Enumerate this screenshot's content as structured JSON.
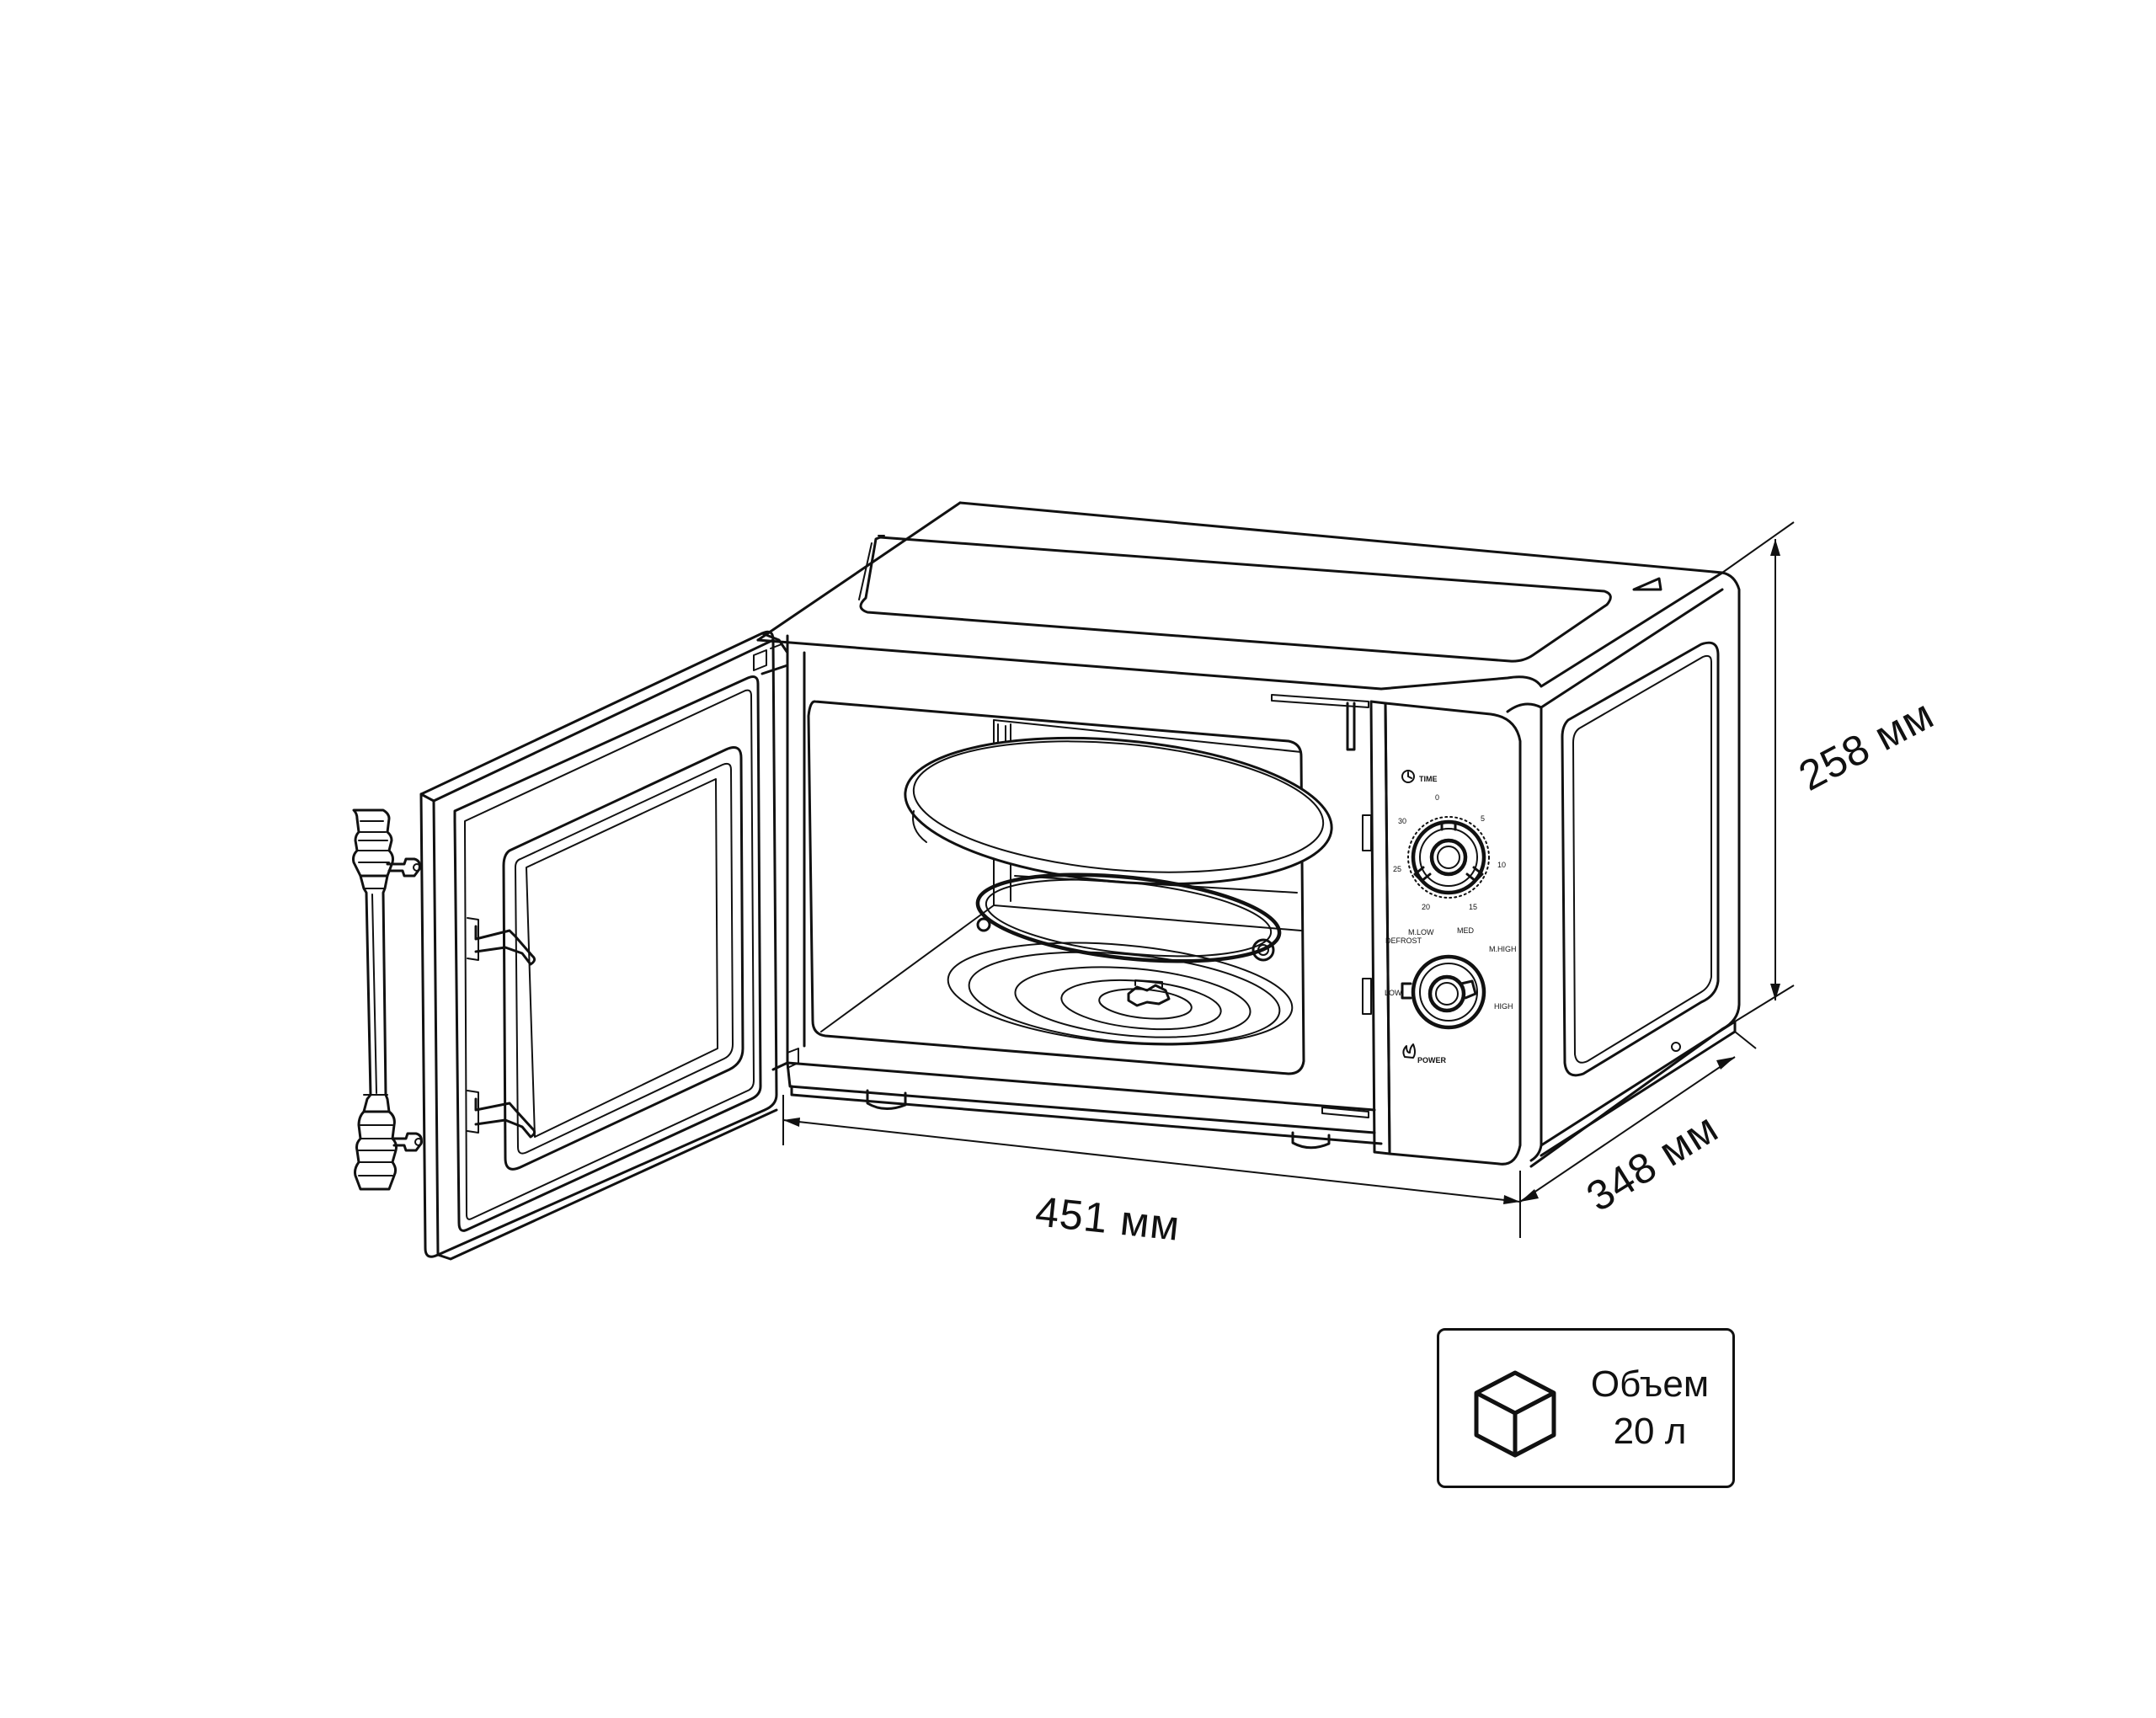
{
  "dimensions": {
    "width_label": "451 мм",
    "height_label": "258 мм",
    "depth_label": "348 мм"
  },
  "control_panel": {
    "time_label": "TIME",
    "power_label": "POWER",
    "timer_marks": [
      "0",
      "5",
      "10",
      "15",
      "20",
      "25",
      "30"
    ],
    "power_marks": [
      "M.LOW",
      "MED",
      "M.HIGH",
      "DEFROST",
      "HIGH",
      "LOW"
    ]
  },
  "volume_badge": {
    "icon": "cube-icon",
    "title": "Объем",
    "value": "20 л"
  },
  "colors": {
    "line": "#111111",
    "background": "#ffffff"
  }
}
